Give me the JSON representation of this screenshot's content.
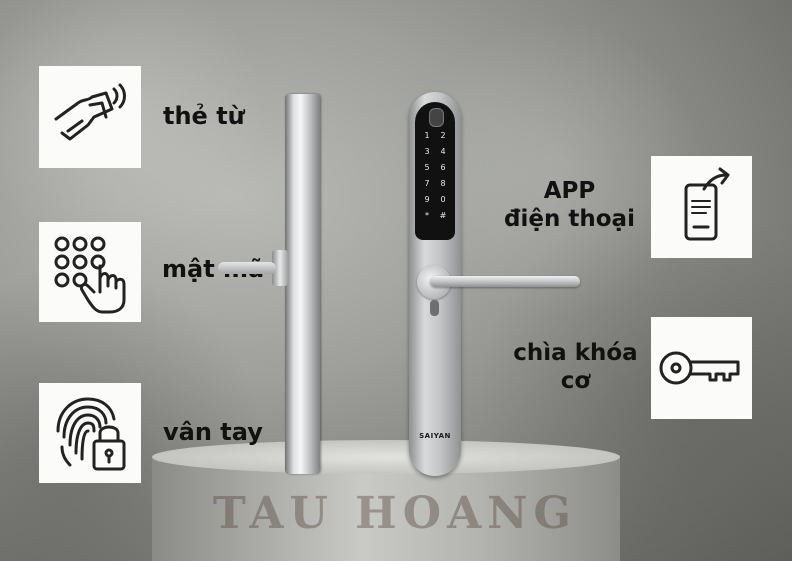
{
  "features": {
    "card": {
      "label": "thẻ từ",
      "icon": "hand-card-icon"
    },
    "password": {
      "label": "mật mã",
      "icon": "keypad-touch-icon"
    },
    "fingerprint": {
      "label": "vân tay",
      "icon": "fingerprint-lock-icon"
    },
    "app": {
      "label_line1": "APP",
      "label_line2": "điện thoại",
      "icon": "phone-share-icon"
    },
    "key": {
      "label_line1": "chìa khóa",
      "label_line2": "cơ",
      "icon": "key-icon"
    }
  },
  "product": {
    "brand": "SAIYAN",
    "keypad_digits": [
      "1",
      "2",
      "3",
      "4",
      "5",
      "6",
      "7",
      "8",
      "9",
      "0",
      "*",
      "#"
    ]
  },
  "watermark": "TAU HOANG",
  "colors": {
    "card_bg": "#fbfbfa",
    "panel_dark": "#111111",
    "metal": "#c0c2c4"
  }
}
